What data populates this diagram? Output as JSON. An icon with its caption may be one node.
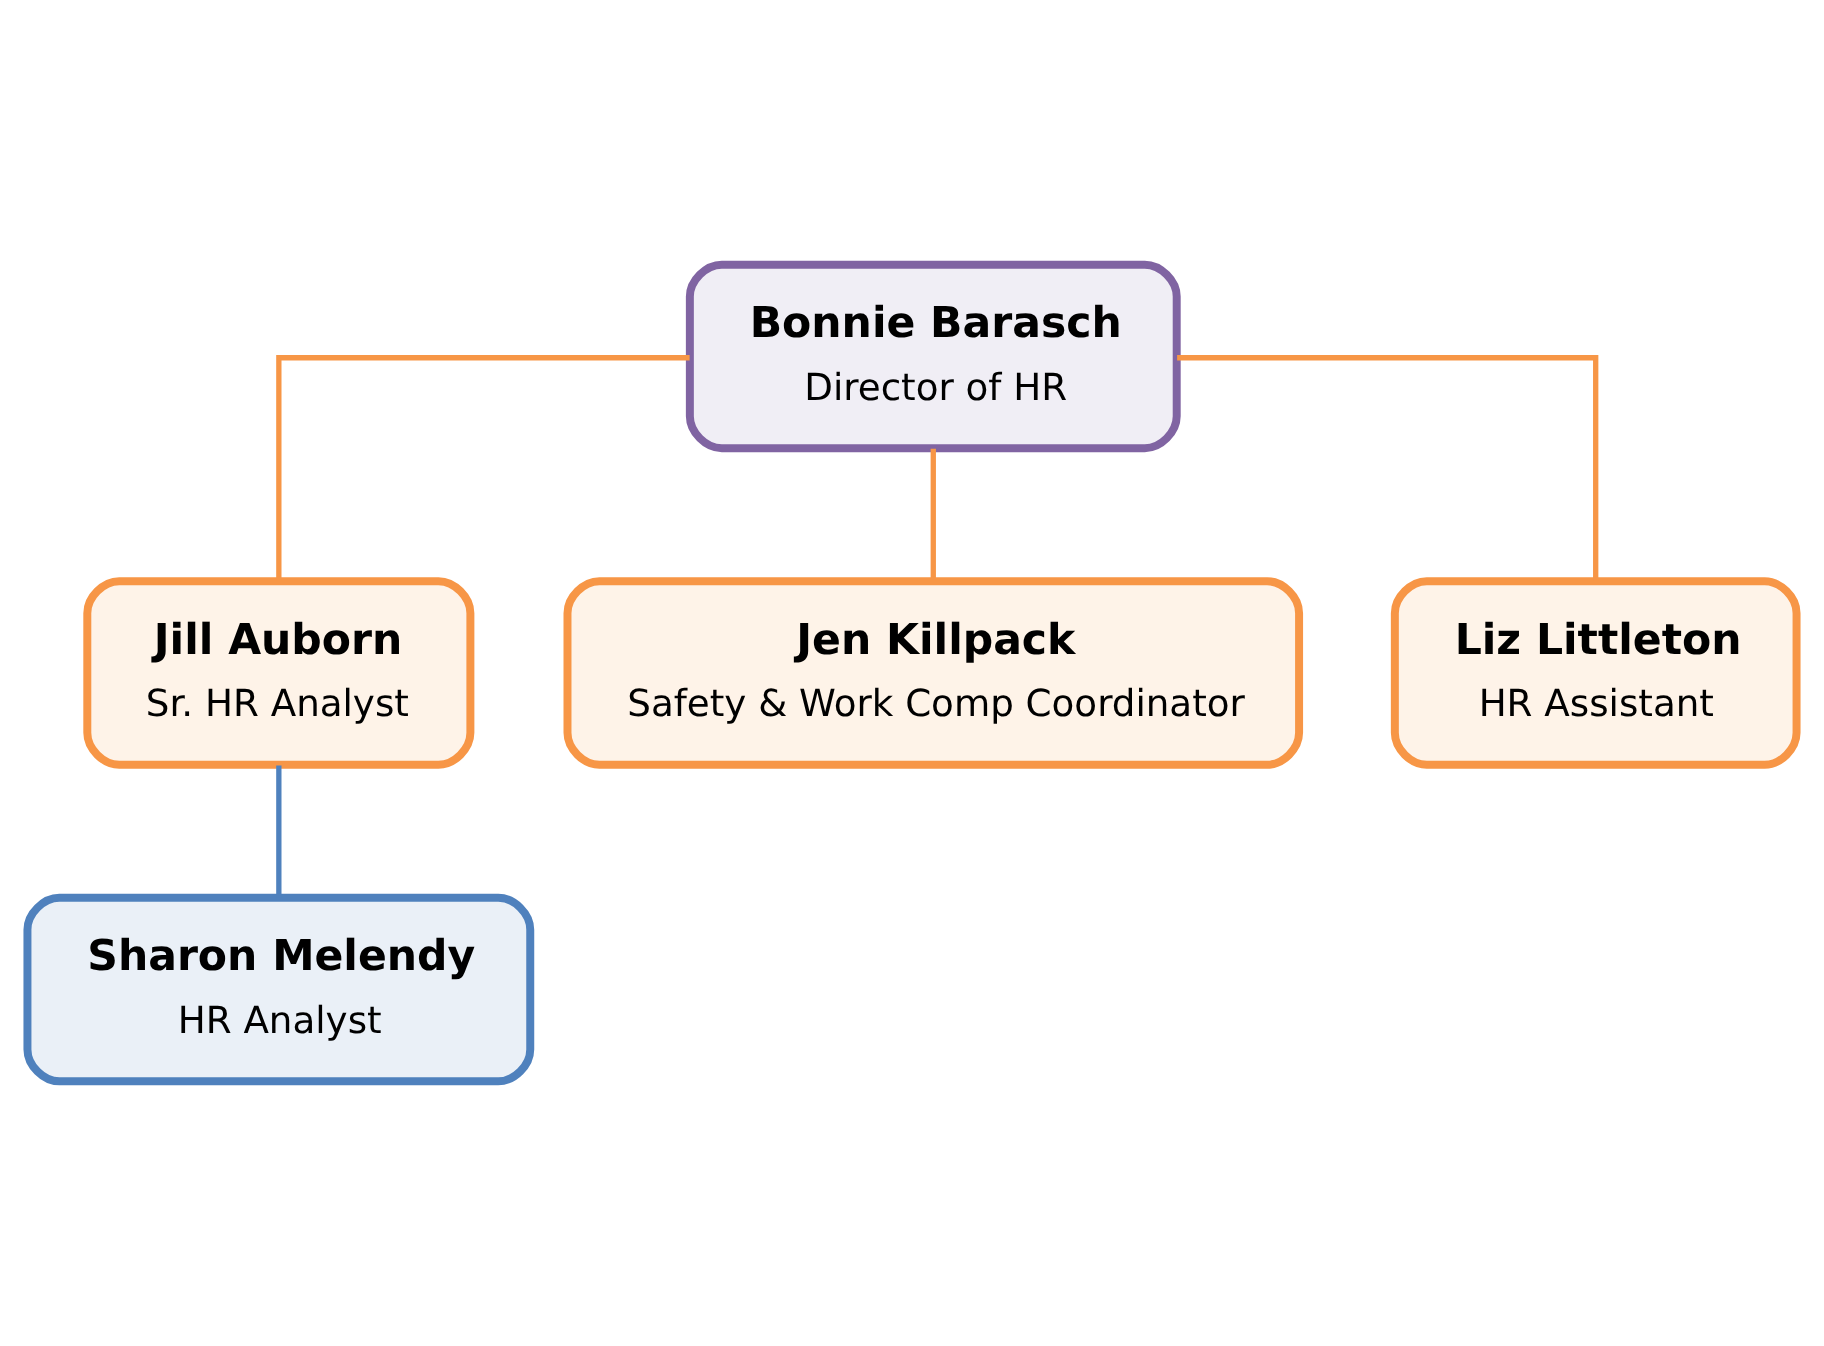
{
  "diagram": {
    "nodes": [
      {
        "text": [
          "Bonnie Barasch",
          "Director of HR"
        ]
      },
      {
        "text": [
          "Jill Auborn",
          "Sr. HR Analyst"
        ]
      },
      {
        "text": [
          "Jen Killpack",
          "Safety & Work Comp Coordinator"
        ]
      },
      {
        "text": [
          "Liz Littleton",
          "HR Assistant"
        ]
      },
      {
        "text": [
          "Sharon Melendy",
          "HR Analyst"
        ]
      }
    ],
    "edges": [
      {
        "from": 0,
        "to": 1,
        "arrow": "none"
      },
      {
        "from": 0,
        "to": 2,
        "arrow": "none"
      },
      {
        "from": 0,
        "to": 3,
        "arrow": "none"
      },
      {
        "from": 1,
        "to": 4,
        "arrow": "none",
        "color": "#4f81bd"
      }
    ]
  }
}
